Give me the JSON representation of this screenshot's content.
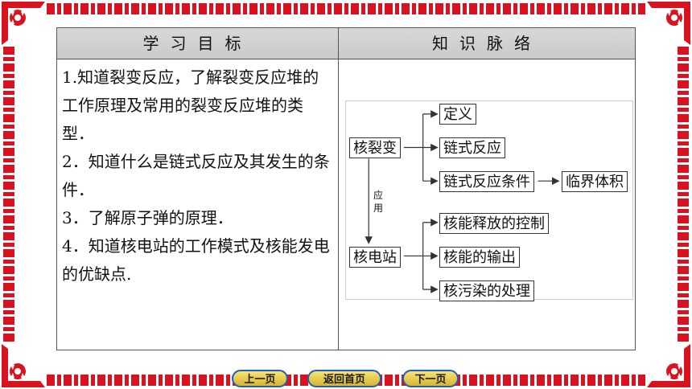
{
  "table": {
    "header_left": "学习目标",
    "header_right": "知识脉络",
    "objectives": [
      "1.知道裂变反应，了解裂变反应堆的工作原理及常用的裂变反应堆的类型．",
      "2．知道什么是链式反应及其发生的条件．",
      "3．了解原子弹的原理．",
      "4．知道核电站的工作模式及核能发电的优缺点."
    ]
  },
  "diagram": {
    "root1": "核裂变",
    "root1_children": [
      "定义",
      "链式反应",
      "链式反应条件"
    ],
    "chain_target": "临界体积",
    "connector_label": [
      "应",
      "用"
    ],
    "root2": "核电站",
    "root2_children": [
      "核能释放的控制",
      "核能的输出",
      "核污染的处理"
    ]
  },
  "nav": {
    "prev": "上一页",
    "home": "返回首页",
    "next": "下一页"
  },
  "colors": {
    "border_red": "#d8121e",
    "header_gray": "#d0d0d0",
    "nav_gold": "#e6c645",
    "nav_blue": "#1f5fb8"
  }
}
